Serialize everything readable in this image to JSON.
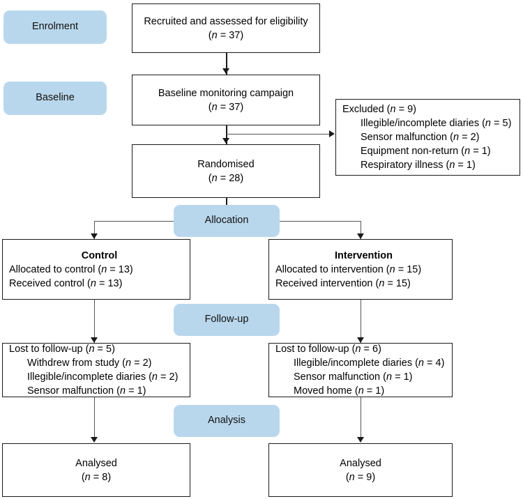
{
  "diagram": {
    "title": "CONSORT participant flow diagram",
    "type": "flowchart",
    "accent_color": "#b9d7ec",
    "line_color": "#1a1a1a",
    "background": "#ffffff"
  },
  "stages": [
    {
      "id": "enrolment",
      "label": "Enrolment"
    },
    {
      "id": "baseline",
      "label": "Baseline"
    },
    {
      "id": "allocation",
      "label": "Allocation"
    },
    {
      "id": "followup",
      "label": "Follow-up"
    },
    {
      "id": "analysis",
      "label": "Analysis"
    }
  ],
  "nodes": {
    "recruited": {
      "line1": "Recruited and assessed for eligibility",
      "line2_n": "n",
      "line2_rest": " = 37)",
      "line2_open": "("
    },
    "baseline_campaign": {
      "line1": "Baseline monitoring campaign",
      "line2_open": "(",
      "line2_n": "n",
      "line2_rest": " = 37)"
    },
    "randomised": {
      "line1": "Randomised",
      "line2_open": "(",
      "line2_n": "n",
      "line2_rest": " = 28)"
    },
    "excluded": {
      "header_pre": "Excluded (",
      "header_n": "n",
      "header_post": " = 9)",
      "items": [
        {
          "pre": "Illegible/incomplete diaries (",
          "n": "n",
          "post": " = 5)"
        },
        {
          "pre": "Sensor malfunction (",
          "n": "n",
          "post": " = 2)"
        },
        {
          "pre": "Equipment non-return (",
          "n": "n",
          "post": " = 1)"
        },
        {
          "pre": "Respiratory illness (",
          "n": "n",
          "post": " = 1)"
        }
      ]
    },
    "control_alloc": {
      "header": "Control",
      "rows": [
        {
          "pre": "Allocated to control (",
          "n": "n",
          "post": " = 13)"
        },
        {
          "pre": "Received control (",
          "n": "n",
          "post": " = 13)"
        }
      ]
    },
    "intervention_alloc": {
      "header": "Intervention",
      "rows": [
        {
          "pre": "Allocated to intervention (",
          "n": "n",
          "post": " = 15)"
        },
        {
          "pre": "Received intervention (",
          "n": "n",
          "post": " = 15)"
        }
      ]
    },
    "control_lost": {
      "header_pre": "Lost to follow-up (",
      "header_n": "n",
      "header_post": " = 5)",
      "items": [
        {
          "pre": "Withdrew from study (",
          "n": "n",
          "post": " = 2)"
        },
        {
          "pre": "Illegible/incomplete diaries (",
          "n": "n",
          "post": " = 2)"
        },
        {
          "pre": "Sensor malfunction (",
          "n": "n",
          "post": " = 1)"
        }
      ]
    },
    "intervention_lost": {
      "header_pre": "Lost to follow-up (",
      "header_n": "n",
      "header_post": " = 6)",
      "items": [
        {
          "pre": "Illegible/incomplete diaries (",
          "n": "n",
          "post": " = 4)"
        },
        {
          "pre": "Sensor malfunction (",
          "n": "n",
          "post": " = 1)"
        },
        {
          "pre": "Moved home (",
          "n": "n",
          "post": " = 1)"
        }
      ]
    },
    "control_analysed": {
      "line1": "Analysed",
      "line2_open": "(",
      "line2_n": "n",
      "line2_rest": " = 8)"
    },
    "intervention_analysed": {
      "line1": "Analysed",
      "line2_open": "(",
      "line2_n": "n",
      "line2_rest": " = 9)"
    }
  }
}
